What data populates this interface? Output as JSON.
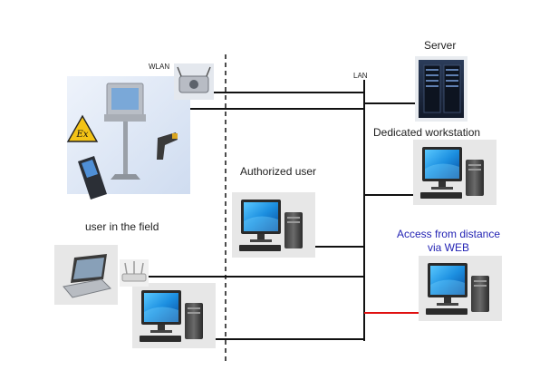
{
  "labels": {
    "wlan": "WLAN",
    "lan": "LAN",
    "server": "Server",
    "dedicated_workstation": "Dedicated workstation",
    "authorized_user": "Authorized user",
    "user_in_field": "user in the field",
    "remote_line1": "Access from distance",
    "remote_line2": "via WEB"
  },
  "colors": {
    "line": "#111111",
    "remote_link": "#e01010",
    "text_blue": "#2323b4",
    "field_panel_bg": "#dfe7f5",
    "tile_bg": "#e7e7e7",
    "screen_blue": "#1c8fe0",
    "atex_yellow": "#f3c316"
  },
  "icons": [
    "server-rack-icon",
    "workstation-icon",
    "laptop-icon",
    "wifi-router-icon",
    "access-point-icon",
    "terminal-station-icon",
    "atex-ex-icon",
    "barcode-scanner-icon",
    "handheld-terminal-icon"
  ]
}
